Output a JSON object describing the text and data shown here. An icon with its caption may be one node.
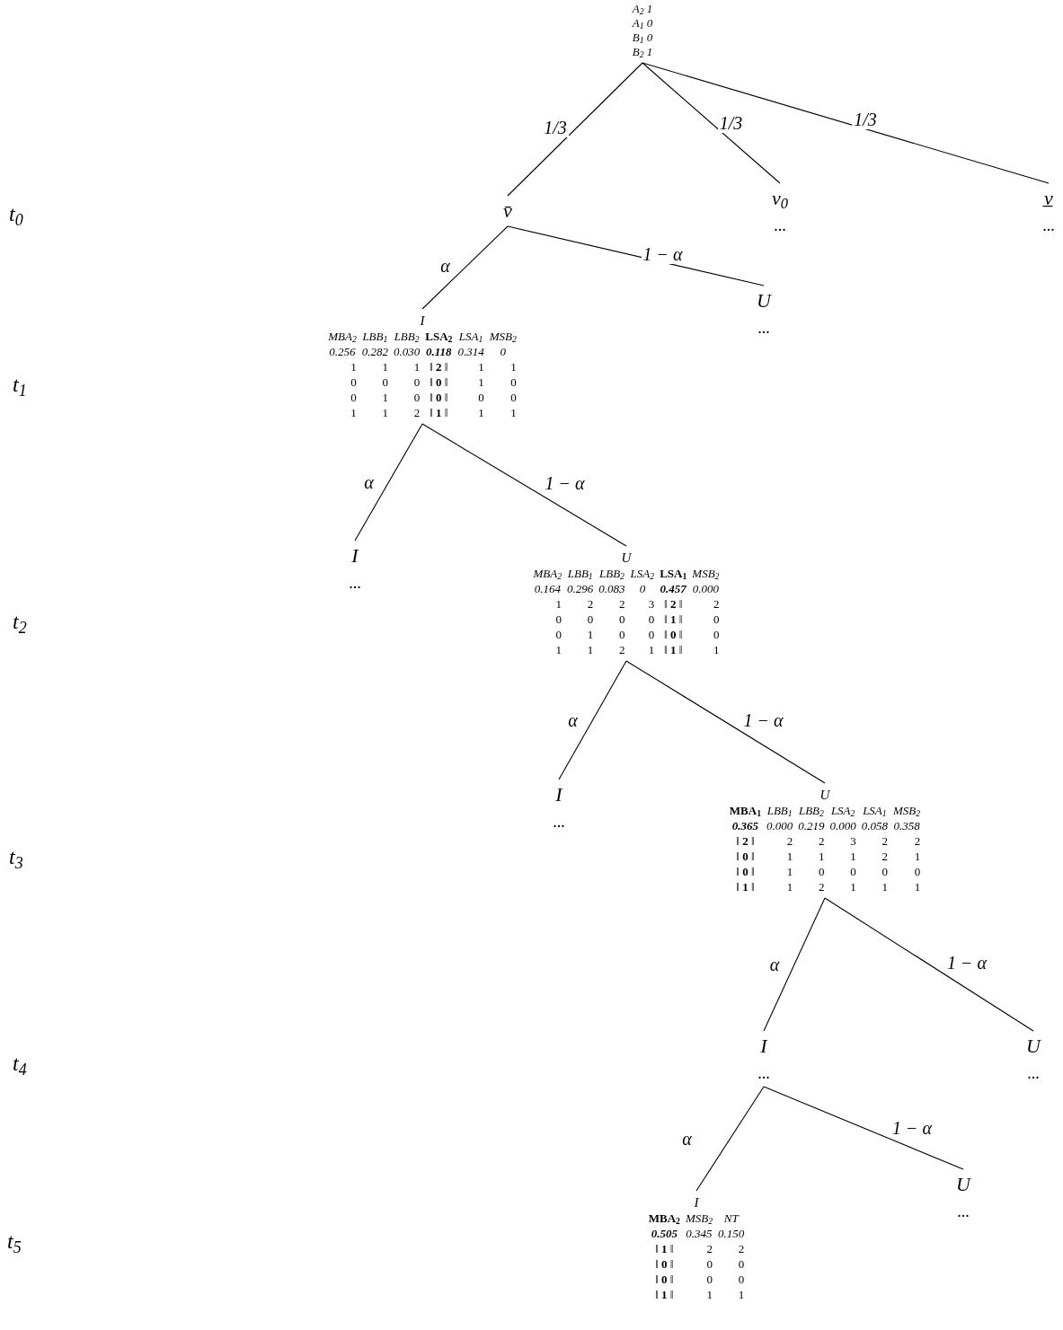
{
  "diagram": {
    "nodes": [
      {
        "text": [
          "A$_{2}$ 1",
          "A$_{1}$ 0",
          "B$_{1}$ 0",
          "B$_{2}$ 1"
        ]
      },
      {
        "text": [
          "v̄"
        ]
      },
      {
        "text": [
          "v$_{0}$"
        ],
        "beside": [
          "..."
        ]
      },
      {
        "text": [
          "v̲"
        ],
        "beside": [
          "..."
        ]
      },
      {
        "text": [
          "I",
          "MBA$_{2}$",
          "LBB$_{1}$",
          "LBB$_{2}$",
          "LSA$_{2}$",
          "LSA$_{1}$",
          "MSB$_{2}$",
          "0.256",
          "0.282",
          "0.030",
          "0.118",
          "0.314",
          "0",
          "1",
          "1",
          "1",
          "‖ **2** ‖",
          "1",
          "1",
          "0",
          "0",
          "0",
          "‖ **0** ‖",
          "1",
          "0",
          "0",
          "1",
          "0",
          "‖ **0** ‖",
          "0",
          "0",
          "1",
          "1",
          "2",
          "‖ **1** ‖",
          "1",
          "1"
        ]
      },
      {
        "text": [
          "U"
        ],
        "beside": [
          "..."
        ]
      },
      {
        "text": [
          "I"
        ],
        "beside": [
          "..."
        ]
      },
      {
        "text": [
          "U",
          "MBA$_{2}$",
          "LBB$_{1}$",
          "LBB$_{2}$",
          "LSA$_{2}$",
          "LSA$_{1}$",
          "MSB$_{2}$",
          "0.164",
          "0.296",
          "0.083",
          "0",
          "0.457",
          "0.000",
          "1",
          "2",
          "2",
          "3",
          "‖ **2** ‖",
          "2",
          "0",
          "0",
          "0",
          "0",
          "‖ **1** ‖",
          "0",
          "0",
          "1",
          "0",
          "0",
          "‖ **0** ‖",
          "0",
          "1",
          "1",
          "2",
          "1",
          "‖ **1** ‖",
          "1"
        ]
      },
      {
        "text": [
          "I"
        ],
        "beside": [
          "..."
        ]
      },
      {
        "text": [
          "U",
          "MBA$_{1}$",
          "LBB$_{1}$",
          "LBB$_{2}$",
          "LSA$_{2}$",
          "LSA$_{1}$",
          "MSB$_{2}$",
          "0.365",
          "0.000",
          "0.219",
          "0.000",
          "0.058",
          "0.358",
          "‖ **2** ‖",
          "2",
          "2",
          "3",
          "2",
          "2",
          "‖ **0** ‖",
          "1",
          "1",
          "1",
          "2",
          "1",
          "‖ **0** ‖",
          "1",
          "0",
          "0",
          "0",
          "0",
          "‖ **1** ‖",
          "1",
          "2",
          "1",
          "1",
          "1"
        ]
      },
      {
        "text": [
          "I"
        ],
        "beside": [
          "..."
        ]
      },
      {
        "text": [
          "U"
        ],
        "beside": [
          "..."
        ]
      },
      {
        "text": [
          "I",
          "MBA$_{2}$",
          "MSB$_{2}$",
          "NT",
          "0.505",
          "0.345",
          "0.150",
          "‖ **1** ‖",
          "2",
          "2",
          "‖ **0** ‖",
          "0",
          "0",
          "‖ **0** ‖",
          "0",
          "0",
          "‖ **1** ‖",
          "1",
          "1"
        ]
      },
      {
        "text": [
          "U"
        ],
        "beside": [
          "..."
        ]
      }
    ],
    "edges": [
      {
        "from": 0,
        "to": 1,
        "arrow": "none",
        "label": "1/3"
      },
      {
        "from": 0,
        "to": 2,
        "arrow": "none",
        "label": "1/3"
      },
      {
        "from": 0,
        "to": 3,
        "arrow": "none",
        "label": "1/3"
      },
      {
        "from": 1,
        "to": 4,
        "arrow": "none",
        "label": "α"
      },
      {
        "from": 1,
        "to": 5,
        "arrow": "none",
        "label": "1 − α"
      },
      {
        "from": 4,
        "to": 6,
        "arrow": "none",
        "label": "α"
      },
      {
        "from": 4,
        "to": 7,
        "arrow": "none",
        "label": "1 − α"
      },
      {
        "from": 7,
        "to": 8,
        "arrow": "none",
        "label": "α"
      },
      {
        "from": 7,
        "to": 9,
        "arrow": "none",
        "label": "1 − α"
      },
      {
        "from": 9,
        "to": 10,
        "arrow": "none",
        "label": "α"
      },
      {
        "from": 9,
        "to": 11,
        "arrow": "none",
        "label": "1 − α"
      },
      {
        "from": 10,
        "to": 12,
        "arrow": "none",
        "label": "α"
      },
      {
        "from": 10,
        "to": 13,
        "arrow": "none",
        "label": "1 − α"
      }
    ],
    "labels": [
      "t$_{0}$",
      "t$_{1}$",
      "t$_{2}$",
      "t$_{3}$",
      "t$_{4}$",
      "t$_{5}$"
    ]
  }
}
